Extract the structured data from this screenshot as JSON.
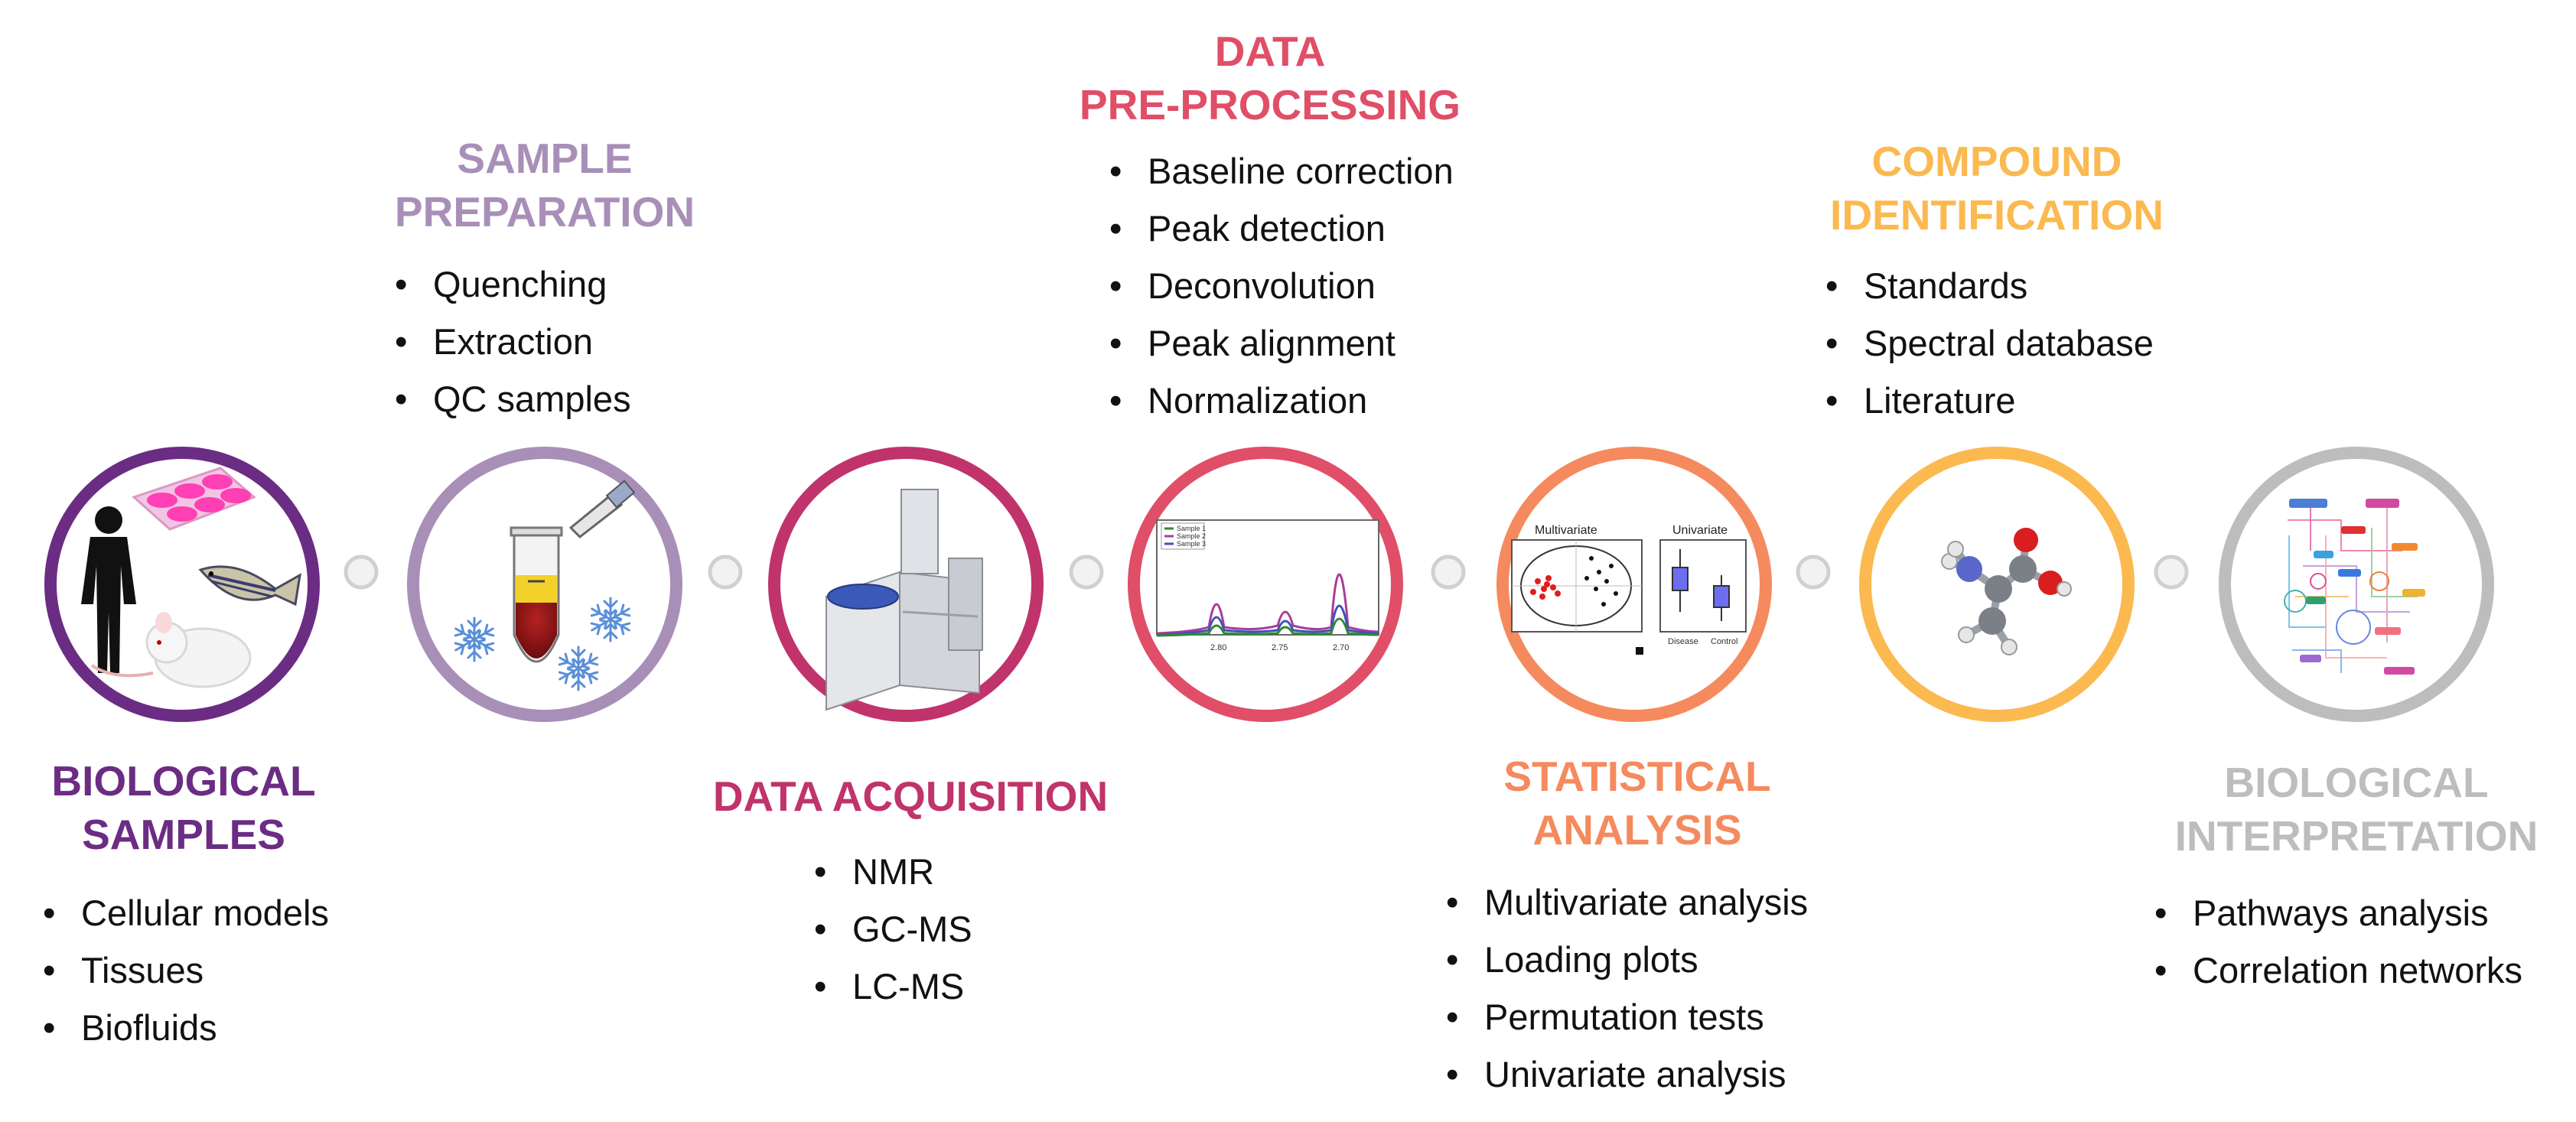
{
  "colors": {
    "biological_samples": "#6b2c84",
    "sample_preparation": "#a88fb8",
    "data_acquisition": "#c0336b",
    "data_preprocessing": "#e04e67",
    "statistical_analysis": "#f58a5e",
    "compound_identification": "#fbb94f",
    "biological_interpretation": "#bdbdbd",
    "connector_dot": "#d0d0d0"
  },
  "steps": [
    {
      "title": [
        "BIOLOGICAL",
        "SAMPLES"
      ],
      "items": [
        "Cellular models",
        "Tissues",
        "Biofluids"
      ],
      "icons": [
        "human-silhouette",
        "cell-culture-plate",
        "zebrafish",
        "mouse"
      ]
    },
    {
      "title": [
        "SAMPLE",
        "PREPARATION"
      ],
      "items": [
        "Quenching",
        "Extraction",
        "QC samples"
      ],
      "icons": [
        "sample-tube",
        "snowflake",
        "pipette"
      ]
    },
    {
      "title": [
        "DATA ACQUISITION"
      ],
      "items": [
        "NMR",
        "GC-MS",
        "LC-MS"
      ],
      "icons": [
        "mass-spectrometer"
      ]
    },
    {
      "title": [
        "DATA",
        "PRE-PROCESSING"
      ],
      "items": [
        "Baseline correction",
        "Peak detection",
        "Deconvolution",
        "Peak alignment",
        "Normalization"
      ],
      "icons": [
        "spectra-plot"
      ],
      "legend": [
        "Sample 1",
        "Sample 2",
        "Sample 3"
      ],
      "ticks": [
        "2.80",
        "2.75",
        "2.70"
      ]
    },
    {
      "title": [
        "STATISTICAL",
        "ANALYSIS"
      ],
      "items": [
        "Multivariate analysis",
        "Loading plots",
        "Permutation tests",
        "Univariate analysis"
      ],
      "icons": [
        "scatter-plot",
        "box-plot"
      ],
      "panel_labels": [
        "Multivariate",
        "Univariate"
      ],
      "box_labels": [
        "Disease",
        "Control"
      ]
    },
    {
      "title": [
        "COMPOUND",
        "IDENTIFICATION"
      ],
      "items": [
        "Standards",
        "Spectral database",
        "Literature"
      ],
      "icons": [
        "molecule"
      ]
    },
    {
      "title": [
        "BIOLOGICAL",
        "INTERPRETATION"
      ],
      "items": [
        "Pathways analysis",
        "Correlation networks"
      ],
      "icons": [
        "pathway-map"
      ]
    }
  ]
}
